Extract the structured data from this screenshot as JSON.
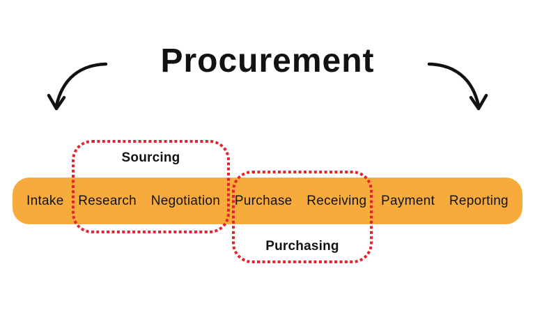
{
  "title": "Procurement",
  "colors": {
    "bar": "#F8AB3D",
    "outline": "#E42330",
    "ink": "#121212",
    "background": "#FFFFFF"
  },
  "process_bar": {
    "steps": [
      "Intake",
      "Research",
      "Negotiation",
      "Purchase",
      "Receiving",
      "Payment",
      "Reporting"
    ]
  },
  "groups": [
    {
      "label": "Sourcing",
      "covers": "Research, Negotiation",
      "label_position": "top"
    },
    {
      "label": "Purchasing",
      "covers": "Purchase, Receiving",
      "label_position": "bottom"
    }
  ],
  "icons": {
    "left": "curved-arrow-left",
    "right": "curved-arrow-right"
  }
}
